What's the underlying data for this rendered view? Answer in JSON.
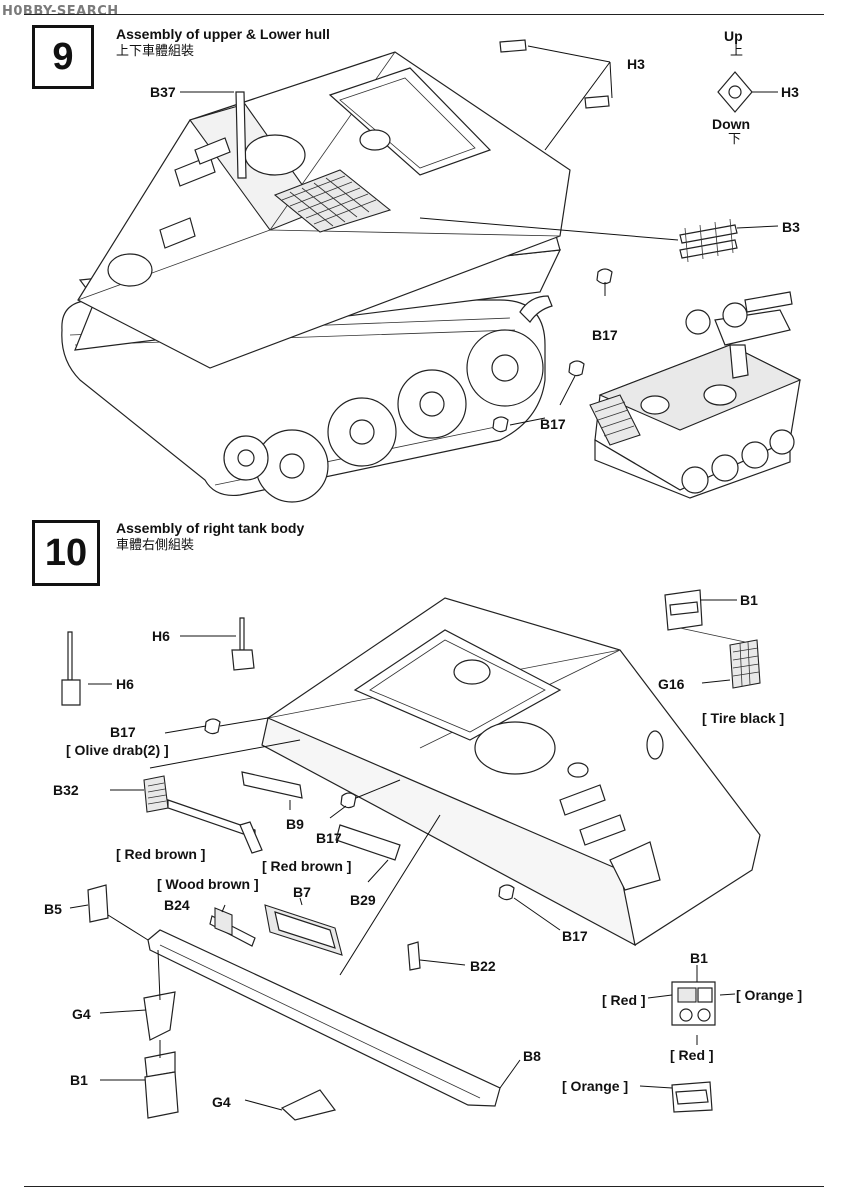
{
  "watermark": "H0BBY-SEARCH",
  "step9": {
    "number": "9",
    "title_en": "Assembly of upper & Lower hull",
    "title_zh": "上下車體組裝",
    "labels": {
      "b37": "B37",
      "h3_top": "H3",
      "up": "Up",
      "up_zh": "上",
      "h3_right": "H3",
      "down": "Down",
      "down_zh": "下",
      "b3": "B3",
      "b17_a": "B17",
      "b17_b": "B17"
    }
  },
  "step10": {
    "number": "10",
    "title_en": "Assembly of right tank body",
    "title_zh": "車體右側組裝",
    "labels": {
      "b1_top": "B1",
      "h6_a": "H6",
      "h6_b": "H6",
      "g16": "G16",
      "tire_black": "[ Tire black ]",
      "b17_a": "B17",
      "olive_drab": "[ Olive drab(2) ]",
      "b32": "B32",
      "b9": "B9",
      "b17_b": "B17",
      "red_brown_a": "[ Red brown ]",
      "red_brown_b": "[ Red brown ]",
      "wood_brown": "[ Wood brown ]",
      "b7": "B7",
      "b24": "B24",
      "b29": "B29",
      "b5": "B5",
      "b17_c": "B17",
      "b1_right": "B1",
      "red_a": "[ Red ]",
      "orange_a": "[ Orange ]",
      "b22": "B22",
      "g4_a": "G4",
      "red_b": "[ Red ]",
      "b8": "B8",
      "b1_left": "B1",
      "orange_b": "[ Orange ]",
      "g4_b": "G4"
    }
  }
}
